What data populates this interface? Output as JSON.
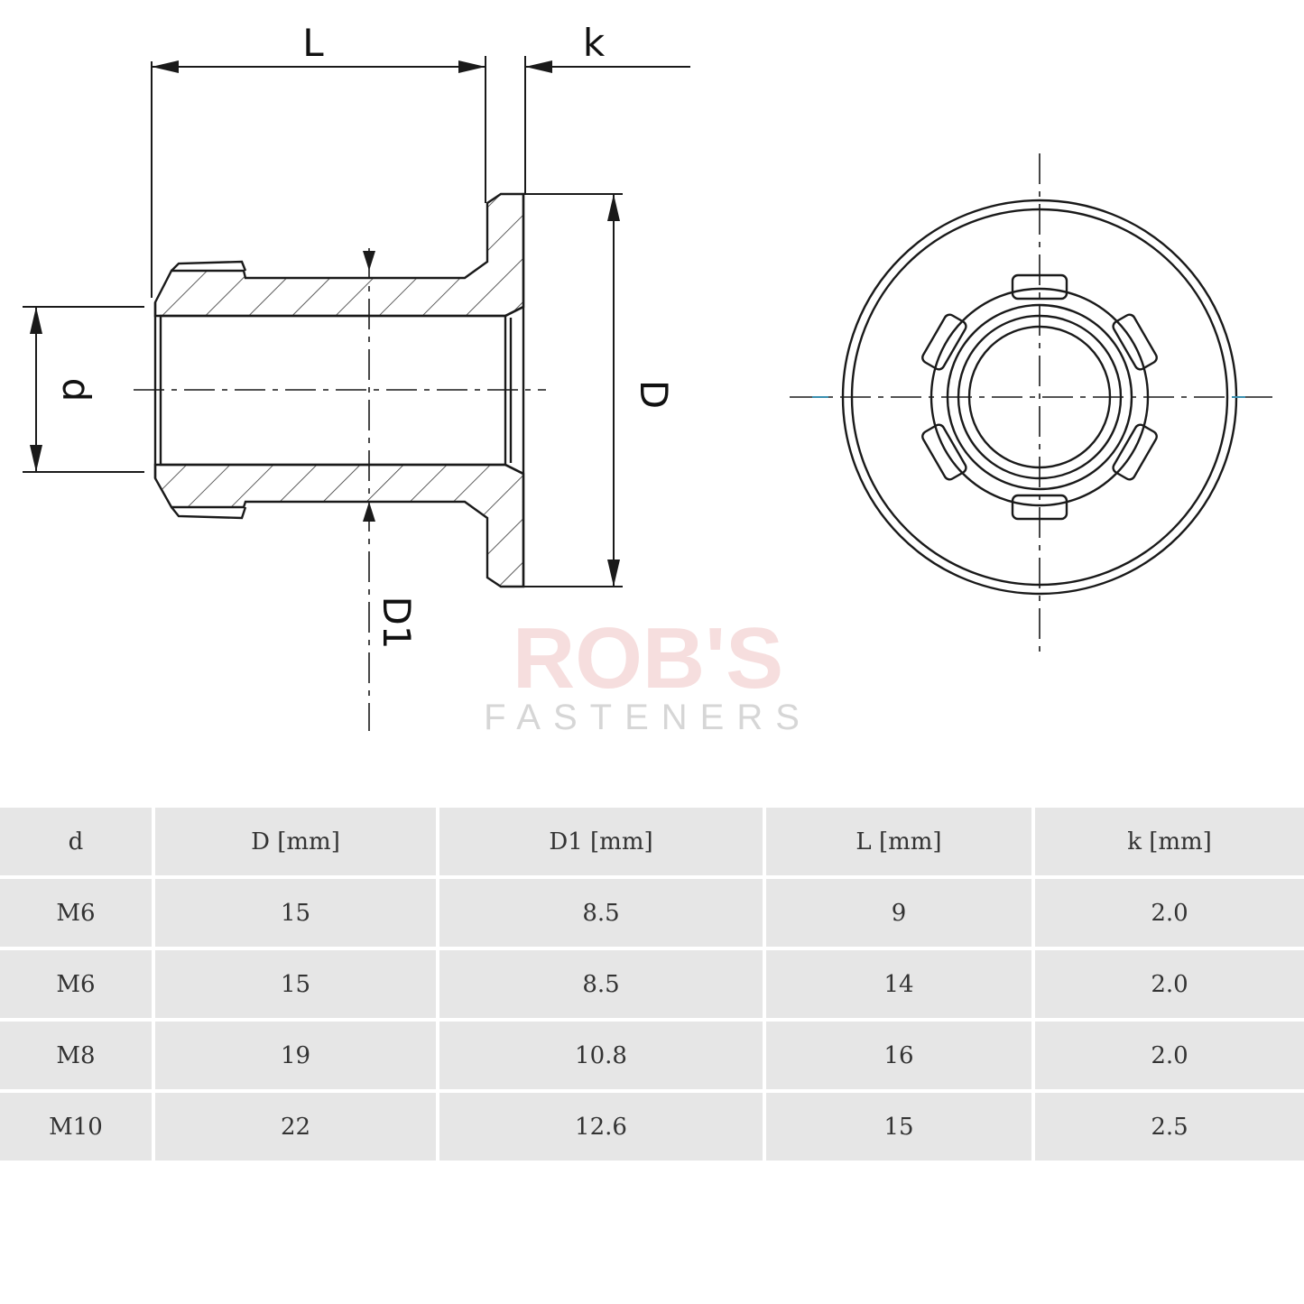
{
  "diagram": {
    "labels": {
      "L": "L",
      "k": "k",
      "d": "d",
      "D": "D",
      "D1": "D1"
    },
    "watermark": {
      "line1": "ROB'S",
      "line2": "FASTENERS"
    },
    "colors": {
      "line": "#1a1a1a",
      "hatch": "#333333",
      "accent": "#3a8fb0",
      "watermark_red": "#f6dede",
      "watermark_grey": "#d6d6d6"
    }
  },
  "table": {
    "headers": [
      "d",
      "D [mm]",
      "D1 [mm]",
      "L [mm]",
      "k [mm]"
    ],
    "rows": [
      [
        "M6",
        "15",
        "8.5",
        "9",
        "2.0"
      ],
      [
        "M6",
        "15",
        "8.5",
        "14",
        "2.0"
      ],
      [
        "M8",
        "19",
        "10.8",
        "16",
        "2.0"
      ],
      [
        "M10",
        "22",
        "12.6",
        "15",
        "2.5"
      ]
    ],
    "colors": {
      "cell_bg": "#e6e6e6",
      "border": "#ffffff"
    }
  }
}
